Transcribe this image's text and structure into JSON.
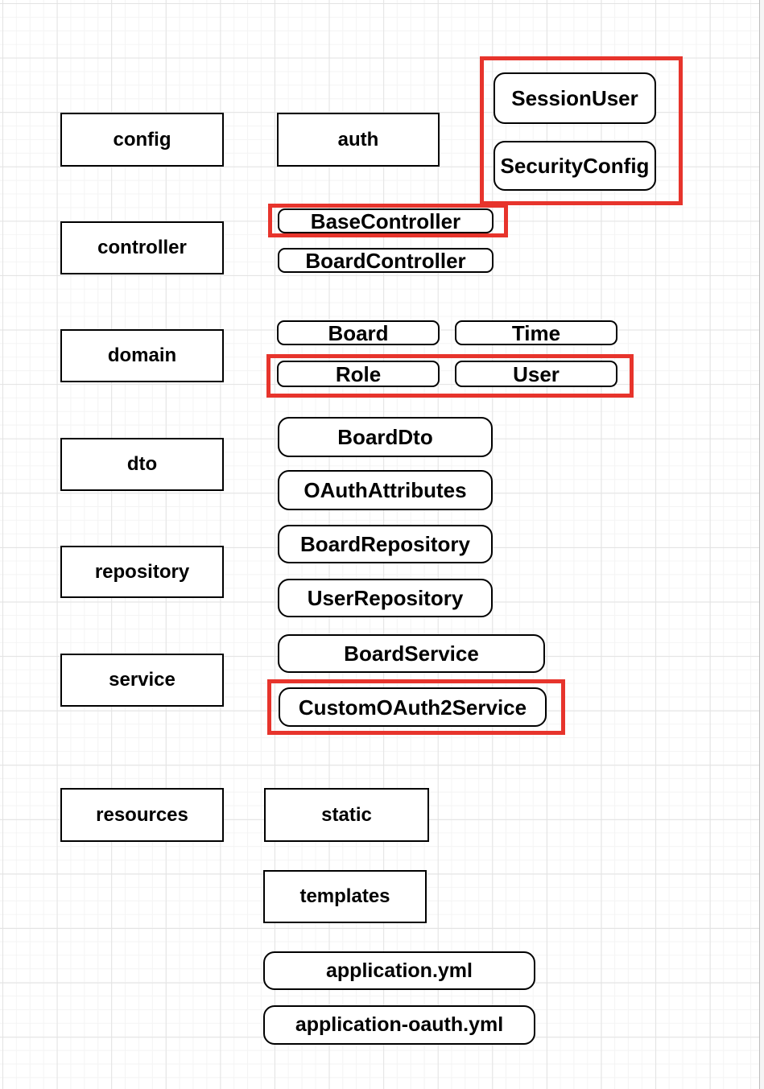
{
  "diagram": {
    "description": "Spring Boot project package structure diagram on grid paper with red highlight annotations",
    "nodes": {
      "config": {
        "label": "config",
        "shape": "rectangle"
      },
      "auth": {
        "label": "auth",
        "shape": "rectangle"
      },
      "session_user": {
        "label": "SessionUser",
        "shape": "rounded"
      },
      "security_config": {
        "label": "SecurityConfig",
        "shape": "rounded"
      },
      "controller": {
        "label": "controller",
        "shape": "rectangle"
      },
      "base_controller": {
        "label": "BaseController",
        "shape": "rounded"
      },
      "board_controller": {
        "label": "BoardController",
        "shape": "rounded"
      },
      "domain": {
        "label": "domain",
        "shape": "rectangle"
      },
      "board": {
        "label": "Board",
        "shape": "rounded"
      },
      "time": {
        "label": "Time",
        "shape": "rounded"
      },
      "role": {
        "label": "Role",
        "shape": "rounded"
      },
      "user": {
        "label": "User",
        "shape": "rounded"
      },
      "dto": {
        "label": "dto",
        "shape": "rectangle"
      },
      "board_dto": {
        "label": "BoardDto",
        "shape": "rounded"
      },
      "oauth_attributes": {
        "label": "OAuthAttributes",
        "shape": "rounded"
      },
      "repository": {
        "label": "repository",
        "shape": "rectangle"
      },
      "board_repository": {
        "label": "BoardRepository",
        "shape": "rounded"
      },
      "user_repository": {
        "label": "UserRepository",
        "shape": "rounded"
      },
      "service": {
        "label": "service",
        "shape": "rectangle"
      },
      "board_service": {
        "label": "BoardService",
        "shape": "rounded"
      },
      "custom_oauth2_service": {
        "label": "CustomOAuth2Service",
        "shape": "rounded"
      },
      "resources": {
        "label": "resources",
        "shape": "rectangle"
      },
      "static": {
        "label": "static",
        "shape": "rectangle"
      },
      "templates": {
        "label": "templates",
        "shape": "rectangle"
      },
      "application_yml": {
        "label": "application.yml",
        "shape": "rounded"
      },
      "application_oauth_yml": {
        "label": "application-oauth.yml",
        "shape": "rounded"
      }
    },
    "highlights": [
      {
        "name": "highlight-session-security",
        "contains": [
          "SessionUser",
          "SecurityConfig"
        ]
      },
      {
        "name": "highlight-base-controller",
        "contains": [
          "BaseController"
        ]
      },
      {
        "name": "highlight-role-user",
        "contains": [
          "Role",
          "User"
        ]
      },
      {
        "name": "highlight-custom-oauth2-service",
        "contains": [
          "CustomOAuth2Service"
        ]
      }
    ],
    "colors": {
      "highlight_red": "#e7342c",
      "node_border": "#000000",
      "node_fill": "#ffffff",
      "grid_minor": "#f4f4f4",
      "grid_major": "#e3e3e3",
      "text": "#000000"
    }
  }
}
